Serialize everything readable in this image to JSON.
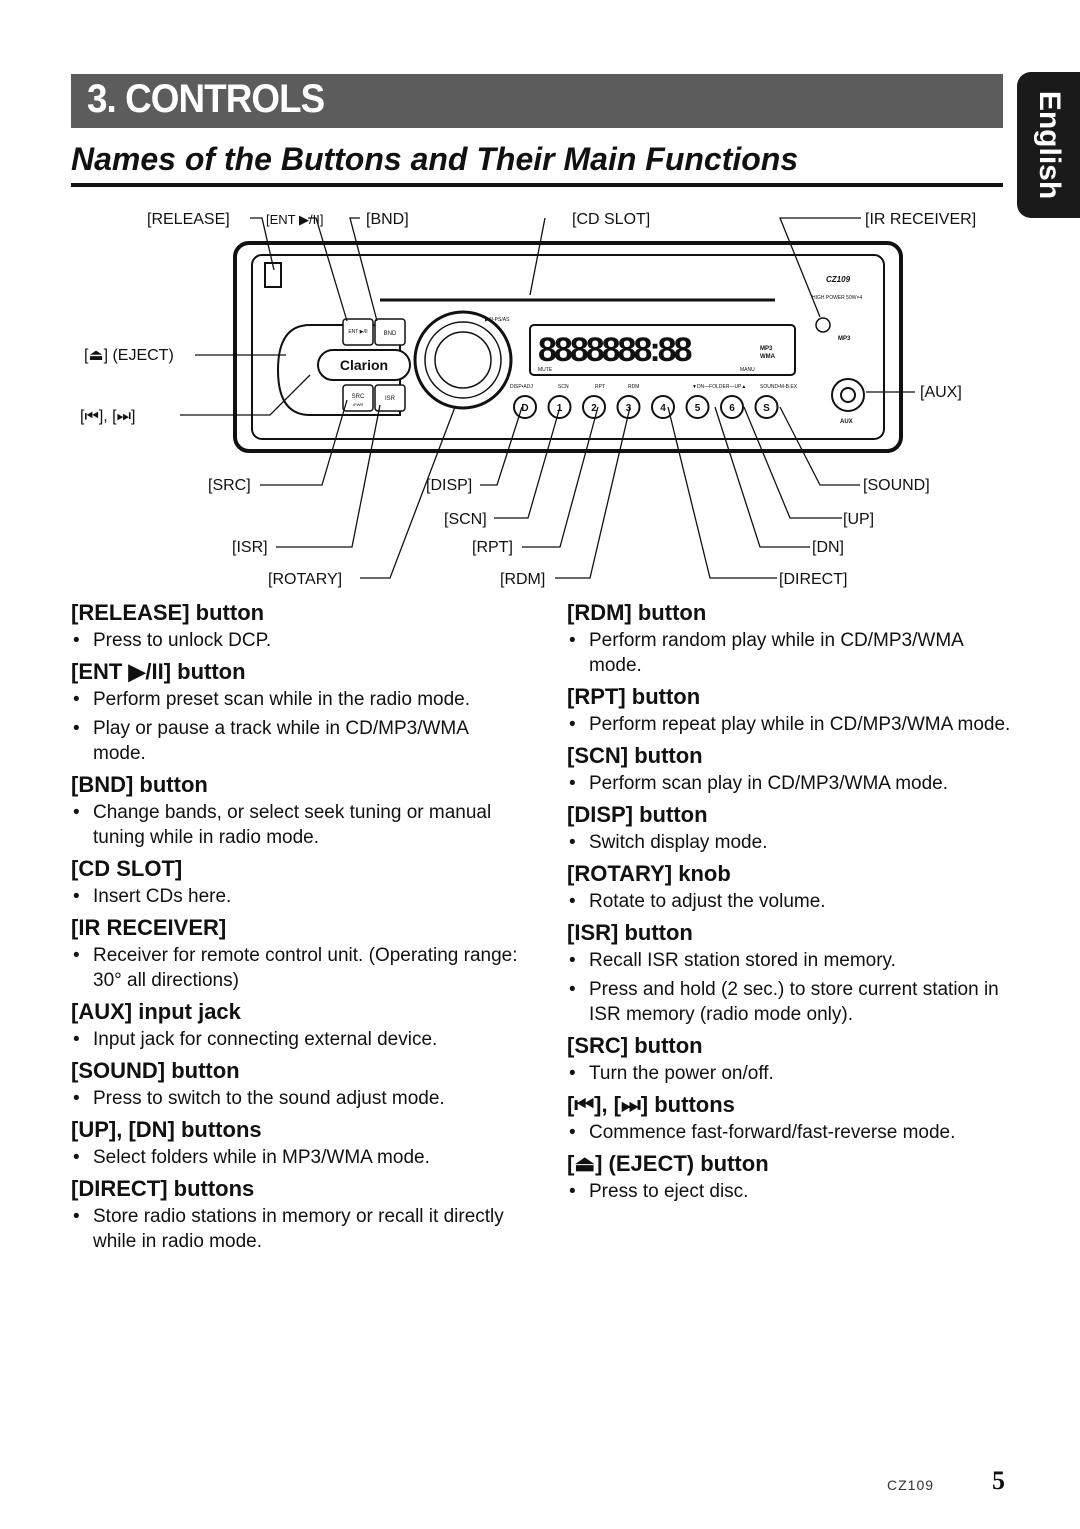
{
  "header": {
    "title": "3. CONTROLS",
    "lang_tab": "English"
  },
  "subtitle": "Names of the Buttons and Their Main Functions",
  "diagram": {
    "callouts": {
      "release": "[RELEASE]",
      "ent": "[ENT ▶/II]",
      "bnd": "[BND]",
      "cd_slot": "[CD SLOT]",
      "ir_receiver": "[IR RECEIVER]",
      "eject": "[⏏] (EJECT)",
      "skip": "[⏮], [⏭]",
      "aux": "[AUX]",
      "src": "[SRC]",
      "disp": "[DISP]",
      "sound": "[SOUND]",
      "scn": "[SCN]",
      "up": "[UP]",
      "isr": "[ISR]",
      "rpt": "[RPT]",
      "dn": "[DN]",
      "rotary": "[ROTARY]",
      "rdm": "[RDM]",
      "direct": "[DIRECT]"
    },
    "unit": {
      "brand": "Clarion",
      "model": "CZ109",
      "power": "HIGH POWER 50W×4",
      "btn_ent": "ENT ▶/II",
      "btn_bnd": "BND",
      "btn_src": "SRC",
      "btn_isr": "ISR",
      "btn_pwr": "•PWR",
      "ps_as": "▶/II-PS/AS",
      "disp_adj": "DISP•ADJ",
      "scn": "SCN",
      "rpt": "RPT",
      "rdm": "RDM",
      "folder": "▼DN—FOLDER—UP▲",
      "sound": "SOUND•M-B.EX",
      "aux_label": "AUX",
      "mp3": "MP3",
      "wma": "WMA",
      "manu": "MANU",
      "mute": "MUTE",
      "preset_keys": [
        "D",
        "1",
        "2",
        "3",
        "4",
        "5",
        "6",
        "S"
      ]
    }
  },
  "left_sections": [
    {
      "heading": "[RELEASE] button",
      "items": [
        "Press to unlock DCP."
      ]
    },
    {
      "heading": "[ENT ▶/II] button",
      "items": [
        "Perform preset scan while in the radio mode.",
        "Play or pause a track while in CD/MP3/WMA mode."
      ]
    },
    {
      "heading": "[BND] button",
      "items": [
        "Change bands, or select seek tuning or manual tuning while in radio mode."
      ]
    },
    {
      "heading": "[CD SLOT]",
      "items": [
        "Insert CDs here."
      ]
    },
    {
      "heading": "[IR RECEIVER]",
      "items": [
        "Receiver for remote control unit. (Operating range: 30° all directions)"
      ]
    },
    {
      "heading": "[AUX] input jack",
      "items": [
        "Input jack for connecting external device."
      ]
    },
    {
      "heading": "[SOUND] button",
      "items": [
        "Press to switch to the sound adjust mode."
      ]
    },
    {
      "heading": "[UP], [DN] buttons",
      "items": [
        "Select folders while in MP3/WMA mode."
      ]
    },
    {
      "heading": "[DIRECT] buttons",
      "items": [
        "Store radio stations in memory or recall it directly while in radio mode."
      ]
    }
  ],
  "right_sections": [
    {
      "heading": "[RDM] button",
      "items": [
        "Perform random play while in CD/MP3/WMA mode."
      ]
    },
    {
      "heading": "[RPT] button",
      "items": [
        "Perform repeat play while in CD/MP3/WMA mode."
      ]
    },
    {
      "heading": "[SCN] button",
      "items": [
        "Perform scan play in CD/MP3/WMA mode."
      ]
    },
    {
      "heading": "[DISP] button",
      "items": [
        "Switch display mode."
      ]
    },
    {
      "heading": "[ROTARY] knob",
      "items": [
        "Rotate to adjust the volume."
      ]
    },
    {
      "heading": "[ISR] button",
      "items": [
        "Recall ISR station stored in memory.",
        "Press and hold (2 sec.) to store current station in ISR memory (radio mode only)."
      ]
    },
    {
      "heading": "[SRC] button",
      "items": [
        "Turn the power on/off."
      ]
    },
    {
      "heading": "[⏮], [⏭] buttons",
      "items": [
        "Commence fast-forward/fast-reverse mode."
      ]
    },
    {
      "heading": "[⏏] (EJECT) button",
      "items": [
        "Press to eject disc."
      ]
    }
  ],
  "footer": {
    "model": "CZ109",
    "page": "5"
  }
}
